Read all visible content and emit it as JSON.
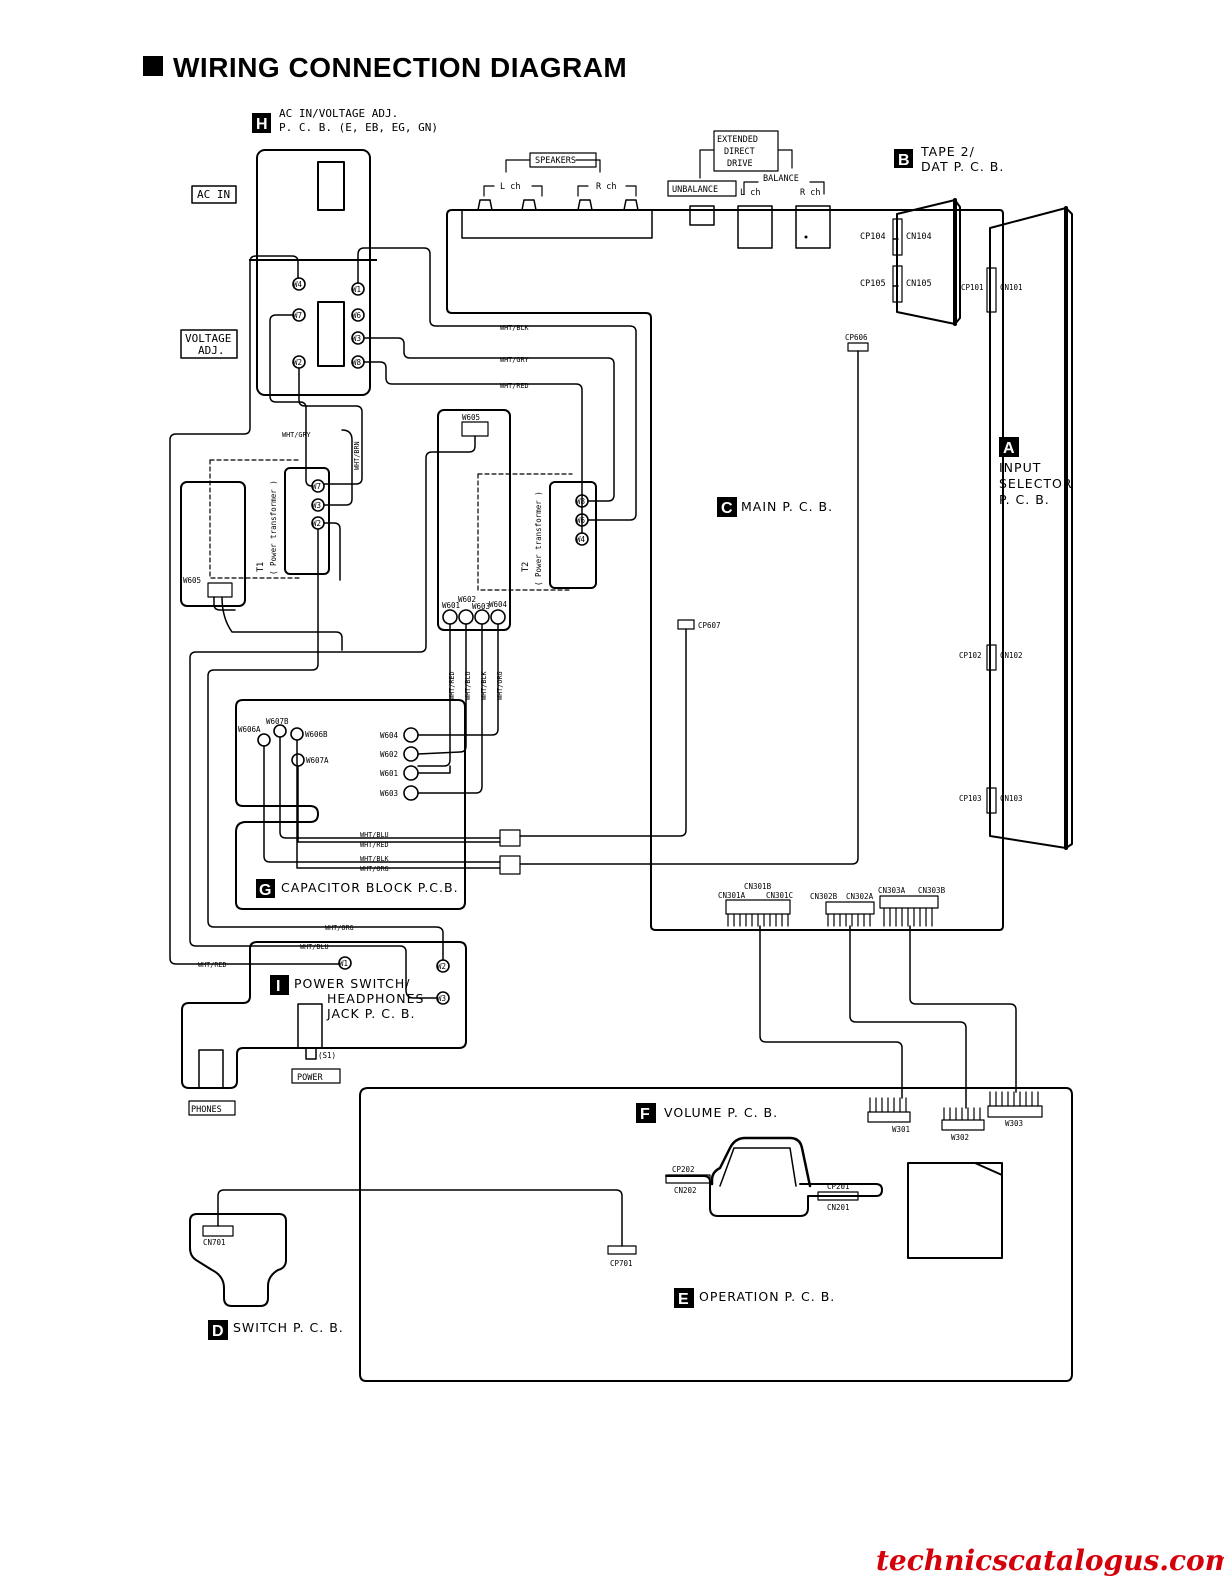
{
  "title": "WIRING CONNECTION DIAGRAM",
  "watermark": "technicscatalogus.com",
  "boards": {
    "A": {
      "letter": "A",
      "lines": [
        "INPUT",
        "SELECTOR",
        "P. C. B."
      ]
    },
    "B": {
      "letter": "B",
      "lines": [
        "TAPE 2/",
        "DAT P. C. B."
      ]
    },
    "C": {
      "letter": "C",
      "lines": [
        "MAIN P. C. B."
      ]
    },
    "D": {
      "letter": "D",
      "lines": [
        "SWITCH P. C. B."
      ]
    },
    "E": {
      "letter": "E",
      "lines": [
        "OPERATION P. C. B."
      ]
    },
    "F": {
      "letter": "F",
      "lines": [
        "VOLUME P. C. B."
      ]
    },
    "G": {
      "letter": "G",
      "lines": [
        "CAPACITOR BLOCK P.C.B."
      ]
    },
    "H": {
      "letter": "H",
      "lines": [
        "AC IN/VOLTAGE ADJ.",
        "P. C. B. (E, EB, EG, GN)"
      ]
    },
    "I": {
      "letter": "I",
      "lines": [
        "POWER SWITCH/",
        "HEADPHONES",
        "JACK P. C. B."
      ]
    }
  },
  "labels": {
    "ac_in": "AC IN",
    "voltage_adj": [
      "VOLTAGE",
      "ADJ."
    ],
    "speakers": "SPEAKERS",
    "l_ch": "L ch",
    "r_ch": "R ch",
    "extended": [
      "EXTENDED",
      "DIRECT",
      "DRIVE"
    ],
    "unbalance": "UNBALANCE",
    "balance": "BALANCE",
    "phones": "PHONES",
    "power": "POWER",
    "s1": "(S1)",
    "t1": "T1",
    "t2": "T2",
    "power_transformer": "( Power transformer )"
  },
  "connectors": {
    "cp104": "CP104",
    "cn104": "CN104",
    "cp105": "CP105",
    "cn105": "CN105",
    "cp101": "CP101",
    "cn101": "CN101",
    "cp102": "CP102",
    "cn102": "CN102",
    "cp103": "CP103",
    "cn103": "CN103",
    "cp606": "CP606",
    "cp607": "CP607",
    "cn301b": "CN301B",
    "cn301a": "CN301A",
    "cn301c": "CN301C",
    "cn302b": "CN302B",
    "cn302a": "CN302A",
    "cn303a": "CN303A",
    "cn303b": "CN303B",
    "w301": "W301",
    "w302": "W302",
    "w303": "W303",
    "cp202": "CP202",
    "cn202": "CN202",
    "cp201": "CP201",
    "cn201": "CN201",
    "cn701": "CN701",
    "cp701": "CP701",
    "w605_top": "W605",
    "w605_left": "W605",
    "w601": "W601",
    "w602": "W602",
    "w603": "W603",
    "w604": "W604",
    "w606a": "W606A",
    "w607b": "W607B",
    "w606b": "W606B",
    "w607a": "W607A"
  },
  "terminals": {
    "h": [
      "W4",
      "W1",
      "W7",
      "W6",
      "W3",
      "W8",
      "W2"
    ],
    "t1": [
      "W7",
      "W3",
      "W2"
    ],
    "t2": [
      "W8",
      "W6",
      "W4"
    ],
    "i": [
      "W1",
      "W2",
      "W3"
    ]
  },
  "wires": {
    "wht_blk": "WHT/BLK",
    "wht_gry": "WHT/GRY",
    "wht_red": "WHT/RED",
    "wht_brn": "WHT/BRN",
    "wht_blu": "WHT/BLU",
    "wht_org": "WHT/ORG"
  }
}
